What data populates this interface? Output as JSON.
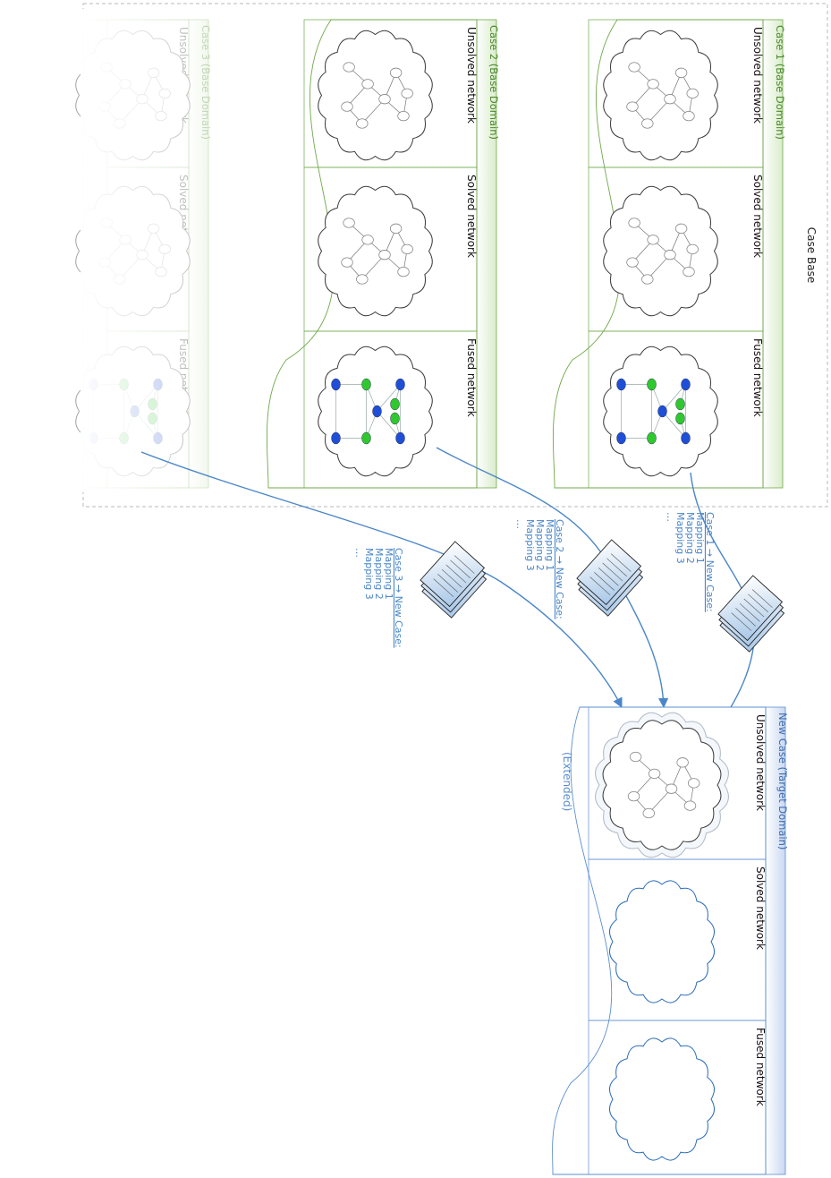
{
  "case_base": {
    "title": "Case Base"
  },
  "cases": [
    {
      "title": "Case 1 (Base Domain)",
      "panels": [
        "Unsolved network",
        "Solved network",
        "Fused network"
      ]
    },
    {
      "title": "Case 2 (Base Domain)",
      "panels": [
        "Unsolved network",
        "Solved network",
        "Fused network"
      ]
    },
    {
      "title": "Case 3 (Base Domain)",
      "panels": [
        "Unsolved network",
        "Solved network",
        "Fused network"
      ]
    }
  ],
  "mappings": [
    {
      "header": "Case 1 → New Case:",
      "items": [
        "Mapping 1",
        "Mapping 2",
        "Mapping 3",
        "…"
      ]
    },
    {
      "header": "Case 2 → New Case:",
      "items": [
        "Mapping 1",
        "Mapping 2",
        "Mapping 3",
        "…"
      ]
    },
    {
      "header": "Case 3 → New Case:",
      "items": [
        "Mapping 1",
        "Mapping 2",
        "Mapping 3",
        "…"
      ]
    }
  ],
  "new_case": {
    "title": "New Case (Target Domain)",
    "panels": [
      "Unsolved network",
      "Solved network",
      "Fused network"
    ],
    "extended_label": "(Extended)"
  },
  "colors": {
    "case_green": "#70a84a",
    "case_green_dark": "#4e8a2e",
    "target_blue": "#5b8ed0",
    "arrow_blue": "#4a86c8",
    "node_blue": "#1e4fd6",
    "node_green": "#2fc82f"
  }
}
